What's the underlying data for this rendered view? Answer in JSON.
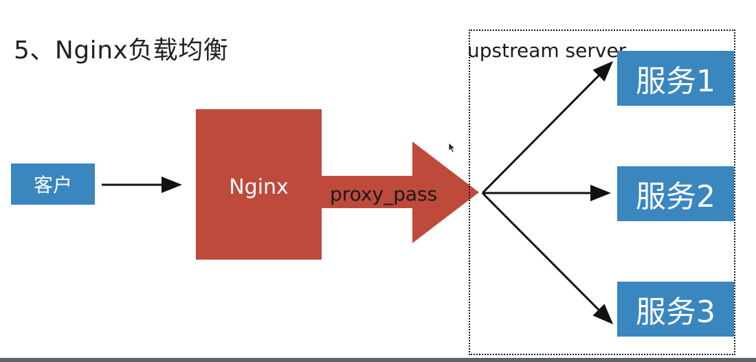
{
  "title": "5、Nginx负载均衡",
  "client": {
    "label": "客户"
  },
  "nginx": {
    "label": "Nginx"
  },
  "proxy": {
    "label": "proxy_pass"
  },
  "upstream": {
    "label": "upstream server",
    "services": [
      {
        "label": "服务1"
      },
      {
        "label": "服务2"
      },
      {
        "label": "服务3"
      }
    ]
  },
  "colors": {
    "nginx_red": "#be4a3c",
    "service_blue": "#3a86bf",
    "arrow_black": "#111111"
  }
}
